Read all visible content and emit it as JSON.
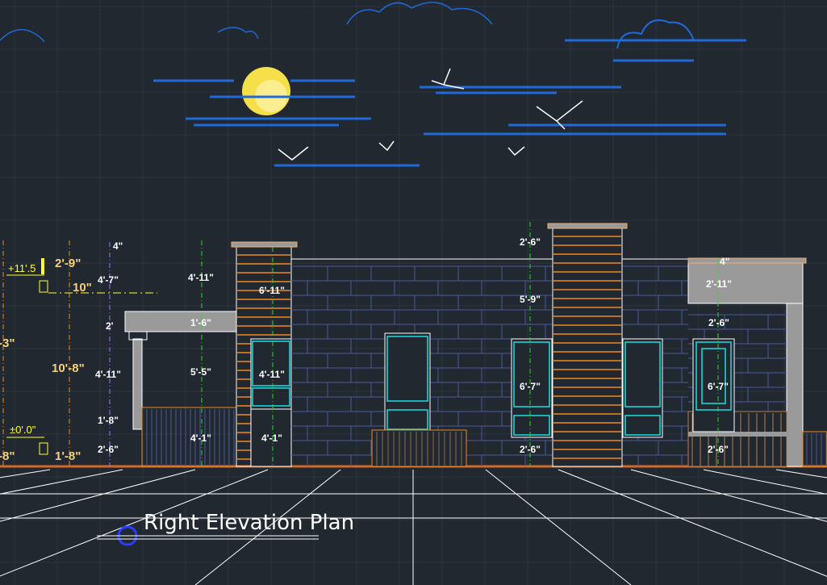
{
  "drawing": {
    "title": "Right Elevation Plan",
    "levels": {
      "top": "+11'.5",
      "ground": "±0'.0\""
    },
    "dims_left_yellow": [
      "2'-9\"",
      "10\"",
      "10'-8\"",
      "1'-8\"",
      "-3\"",
      "-8\""
    ],
    "dims_porch": [
      "4\"",
      "4'-7\"",
      "2'",
      "4'-11\"",
      "1'-8\"",
      "2'-6\""
    ],
    "dims_porch_green": [
      "4'-11\"",
      "1'-6\"",
      "5'-5\"",
      "4'-1\""
    ],
    "dims_tower_left": [
      "6'-11\"",
      "4'-11\"",
      "4'-1\""
    ],
    "dims_center": [
      "2'-6\"",
      "5'-9\"",
      "6'-7\"",
      "2'-6\""
    ],
    "dims_right": [
      "4\"",
      "2'-11\"",
      "2'-6\"",
      "6'-7\"",
      "2'-6\""
    ]
  },
  "colors": {
    "background": "#212830",
    "grid": "#2d3441",
    "brick": "#4a5a9a",
    "siding": "#f08a1e",
    "window": "#19e0e0",
    "ground": "#d0692a",
    "concrete": "#9a9a9a",
    "moon": "#f5e04a",
    "cloud": "#1f6ad8",
    "dimension_green": "#22dd22"
  }
}
